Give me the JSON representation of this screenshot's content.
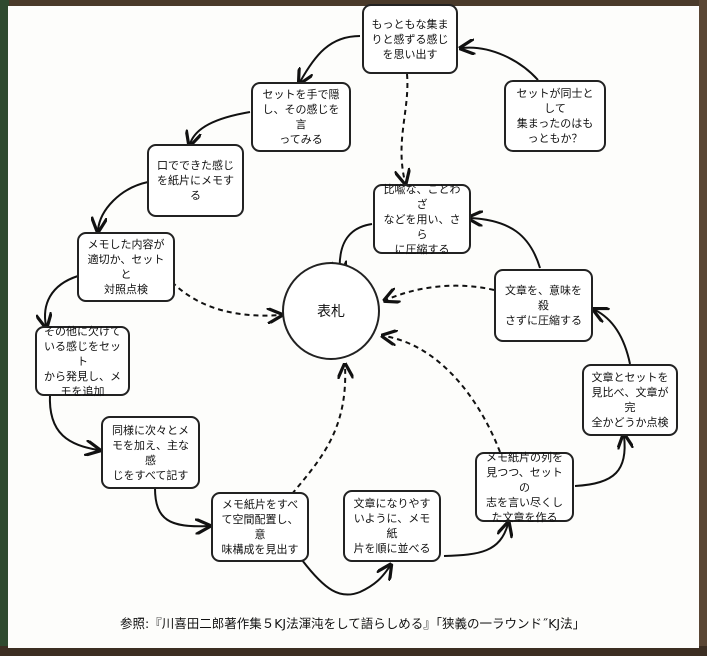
{
  "center_label": "表札",
  "nodes": {
    "recall": "もっともな集ま\nりと感ずる感じ\nを思い出す",
    "why_together": "セットが同士と\nして\n集まったのはも\nっともか？",
    "hide_set": "セットを手で隠\nし、その感じを言\nってみる",
    "memo_card": "口でできた感じ\nを紙片にメモす\nる",
    "check_memo": "メモした内容が\n適切か、セットと\n対照点検",
    "add_memo": "その他に欠けて\nいる感じをセット\nから発見し、メ\nモを追加",
    "write_all": "同様に次々とメ\nモを加え、主な感\nじをすべて記す",
    "spatial": "メモ紙片をすべ\nて空間配置し、意\n味構成を見出す",
    "order": "文章になりやす\nいように、メモ紙\n片を順に並べる",
    "write_sentence": "メモ紙片の列を\n見つつ、セットの\n志を言い尽くし\nた文章を作る",
    "compare": "文章とセットを\n見比べ、文章が完\n全かどうか点検",
    "compress": "文章を、意味を殺\nさずに圧縮する",
    "metaphor": "比喩な、ことわざ\nなどを用い、さら\nに圧縮する"
  },
  "reference": "参照:『川喜田二郎著作集５KJ法渾沌をして語らしめる』「狭義の一ラウンド˝KJ法」"
}
